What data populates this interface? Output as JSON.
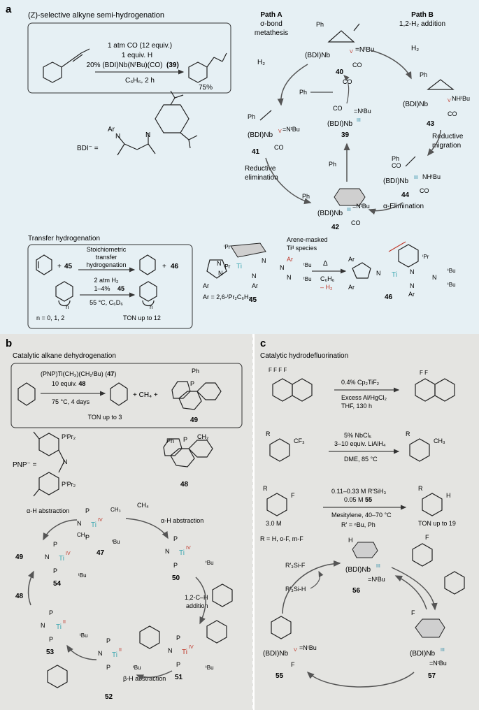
{
  "colors": {
    "panel_a_bg": "#e6f0f4",
    "panel_bc_bg": "#e4e4e1",
    "metal_red": "#c0392b",
    "metal_blue": "#2b8aa6",
    "arrow": "#555555",
    "ti_teal": "#3aa6b0"
  },
  "panel_a": {
    "letter": "a",
    "title": "(Z)-selective alkyne semi-hydrogenation",
    "rxn_line1": "1 atm CO (12 equiv.)",
    "rxn_line2": "1 equiv. H",
    "rxn_line3": "20% (BDI)Nb(NᵗBu)(CO)",
    "rxn_line3_ref": "(39)",
    "rxn_line4": "C₆H₆, 2 h",
    "yield": "75%",
    "bdi_label": "BDI⁻ =",
    "bdi_ar": "Ar",
    "path_a_title": "Path A",
    "path_a_line1": "σ-bond",
    "path_a_line2": "metathesis",
    "path_b_title": "Path B",
    "path_b_line1": "1,2-H₂ addition",
    "h2": "H₂",
    "co": "CO",
    "ph": "Ph",
    "nb_label": "(BDI)Nb",
    "nb_v": "V",
    "nb_iii": "III",
    "ntbu": "=NᵗBu",
    "nhtbu": "NHᵗBu",
    "n40": "40",
    "n41": "41",
    "n42": "42",
    "n43": "43",
    "n44": "44",
    "n39": "39",
    "reductive_migration_1": "Reductive",
    "reductive_migration_2": "migration",
    "reductive_elim_1": "Reductive",
    "reductive_elim_2": "elimination",
    "alpha_elim": "α-Elimination",
    "transfer_title": "Transfer hydrogenation",
    "stoich_1": "Stoichiometric",
    "stoich_2": "transfer",
    "stoich_3": "hydrogenation",
    "n45": "45",
    "n46": "46",
    "th_cond1": "2 atm H₂",
    "th_cond2": "1–4% ",
    "th_cond2_ref": "45",
    "th_cond3": "55 °C, C₆D₆",
    "th_n": "n = 0, 1, 2",
    "th_ton": "TON up to 12",
    "arene_label_1": "Arene-masked",
    "arene_label_2": "Tiᴵᴵ species",
    "ar_def": "Ar = 2,6-ⁱPr₂C₆H₃",
    "delta": "Δ",
    "c6h6": "C₆H₆",
    "minus_h2": "– H₂",
    "ti": "Ti",
    "ipr": "ⁱPr",
    "tbu": "ᵗBu"
  },
  "panel_b": {
    "letter": "b",
    "title": "Catalytic alkane dehydrogenation",
    "cat": "(PNP)Ti(CH₃)(CH₂ᵗBu) (",
    "cat_ref": "47",
    "cond1": "10 equiv. ",
    "cond1_ref": "48",
    "cond2": "75 °C, 4 days",
    "ton": "TON up to 3",
    "plus_ch4": "+ CH₄ +",
    "n49": "49",
    "n48": "48",
    "n47": "47",
    "n50": "50",
    "n51": "51",
    "n52": "52",
    "n53": "53",
    "n54": "54",
    "pnp_label": "PNP⁻ =",
    "pipr2": "PⁱPr₂",
    "ch4": "CH₄",
    "alpha_h_left": "α-H abstraction",
    "alpha_h_right": "α-H abstraction",
    "ch_add_1": "1,2-C–H",
    "ch_add_2": "addition",
    "beta_h": "β-H abstraction",
    "ti_iv": "IV",
    "ti_ii": "II"
  },
  "panel_c": {
    "letter": "c",
    "title": "Catalytic hydrodefluorination",
    "r1_cond1": "0.4% Cp₂TiF₂",
    "r1_cond2": "Excess Al/HgCl₂",
    "r1_cond3": "THF, 130 h",
    "r2_cond1": "5% NbCl₅",
    "r2_cond2": "3–10 equiv. LiAlH₄",
    "r2_cond3": "DME, 85 °C",
    "r3_cond1": "0.11–0.33 M R′SiH₃",
    "r3_cond2": "0.05 M ",
    "r3_cond2_ref": "55",
    "r3_cond3": "Mesitylene, 40–70 °C",
    "r3_cond4": "R′ = ⁿBu, Ph",
    "r3_conc": "3.0 M",
    "r3_ton": "TON up to 19",
    "r_def": "R = H, o-F, m-F",
    "r3sif": "R′₃Si-F",
    "r3sih": "R′₃Si-H",
    "n55": "55",
    "n56": "56",
    "n57": "57",
    "cf3": "CF₃",
    "ch3": "CH₃",
    "f": "F",
    "h": "H",
    "r": "R"
  }
}
